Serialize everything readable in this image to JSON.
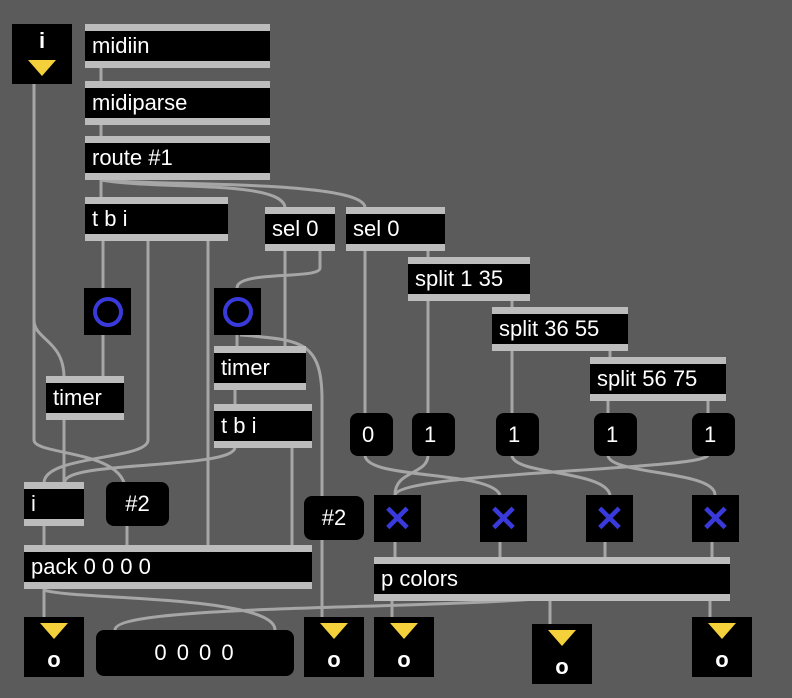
{
  "objects": {
    "midiin": "midiin",
    "midiparse": "midiparse",
    "route": "route #1",
    "tbi1": "t b i",
    "sel0a": "sel 0",
    "sel0b": "sel 0",
    "split1": "split 1 35",
    "split2": "split 36 55",
    "split3": "split 56 75",
    "timer1": "timer",
    "timer2": "timer",
    "tbi2": "t b i",
    "intbox": "i",
    "pack": "pack 0 0 0 0",
    "pcolors": "p colors"
  },
  "inlet": {
    "label": "i"
  },
  "outlet_glyph": "o",
  "messages": {
    "arg2a": "#2",
    "arg2b": "#2"
  },
  "number_boxes": [
    "0",
    "1",
    "1",
    "1",
    "1"
  ],
  "list_display": "0 0 0 0",
  "colors": {
    "background": "#5b5b5b",
    "object_fill": "#000000",
    "object_border": "#bcbcbc",
    "toggle_mark": "#3a3adb",
    "outlet_triangle": "#f4d13a",
    "cord": "#a6a6a6"
  },
  "icons": {
    "bang": "circle-outline",
    "toggle": "x-mark",
    "inlet": "triangle-down",
    "outlet": "triangle-down"
  }
}
